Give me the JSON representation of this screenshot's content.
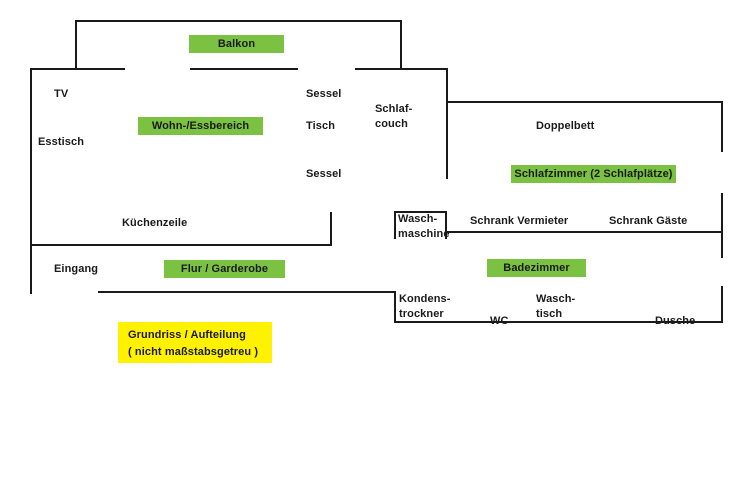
{
  "diagram": {
    "title": "Grundriss / Aufteilung",
    "colors": {
      "wall": "#1a1a1a",
      "room_tag": "#7CC242",
      "legend_tag": "#FFF200",
      "background": "#ffffff",
      "text": "#1a1a1a"
    }
  },
  "room_tags": [
    {
      "id": "balkon",
      "label": "Balkon"
    },
    {
      "id": "wohn-essbereich",
      "label": "Wohn-/Essbereich"
    },
    {
      "id": "schlafzimmer",
      "label": "Schlafzimmer (2 Schlafplätze)"
    },
    {
      "id": "badezimmer",
      "label": "Badezimmer"
    },
    {
      "id": "flur-garderobe",
      "label": "Flur / Garderobe"
    }
  ],
  "legend": {
    "line1": "Grundriss / Aufteilung",
    "line2": "( nicht maßstabsgetreu )"
  },
  "furniture_labels": [
    {
      "id": "tv",
      "label": "TV"
    },
    {
      "id": "esstisch",
      "label": "Esstisch"
    },
    {
      "id": "sessel-oben",
      "label": "Sessel"
    },
    {
      "id": "tisch",
      "label": "Tisch"
    },
    {
      "id": "sessel-unten",
      "label": "Sessel"
    },
    {
      "id": "schlafcouch-l1",
      "label": "Schlaf-"
    },
    {
      "id": "schlafcouch-l2",
      "label": "couch"
    },
    {
      "id": "doppelbett",
      "label": "Doppelbett"
    },
    {
      "id": "kuechenzeile",
      "label": "Küchenzeile"
    },
    {
      "id": "eingang",
      "label": "Eingang"
    },
    {
      "id": "waschmaschine-l1",
      "label": "Wasch-"
    },
    {
      "id": "waschmaschine-l2",
      "label": "maschine"
    },
    {
      "id": "schrank-vermieter",
      "label": "Schrank Vermieter"
    },
    {
      "id": "schrank-gaeste",
      "label": "Schrank Gäste"
    },
    {
      "id": "kondenstrockner-l1",
      "label": "Kondens-"
    },
    {
      "id": "kondenstrockner-l2",
      "label": "trockner"
    },
    {
      "id": "wc",
      "label": "WC"
    },
    {
      "id": "waschtisch-l1",
      "label": "Wasch-"
    },
    {
      "id": "waschtisch-l2",
      "label": "tisch"
    },
    {
      "id": "dusche",
      "label": "Dusche"
    }
  ]
}
